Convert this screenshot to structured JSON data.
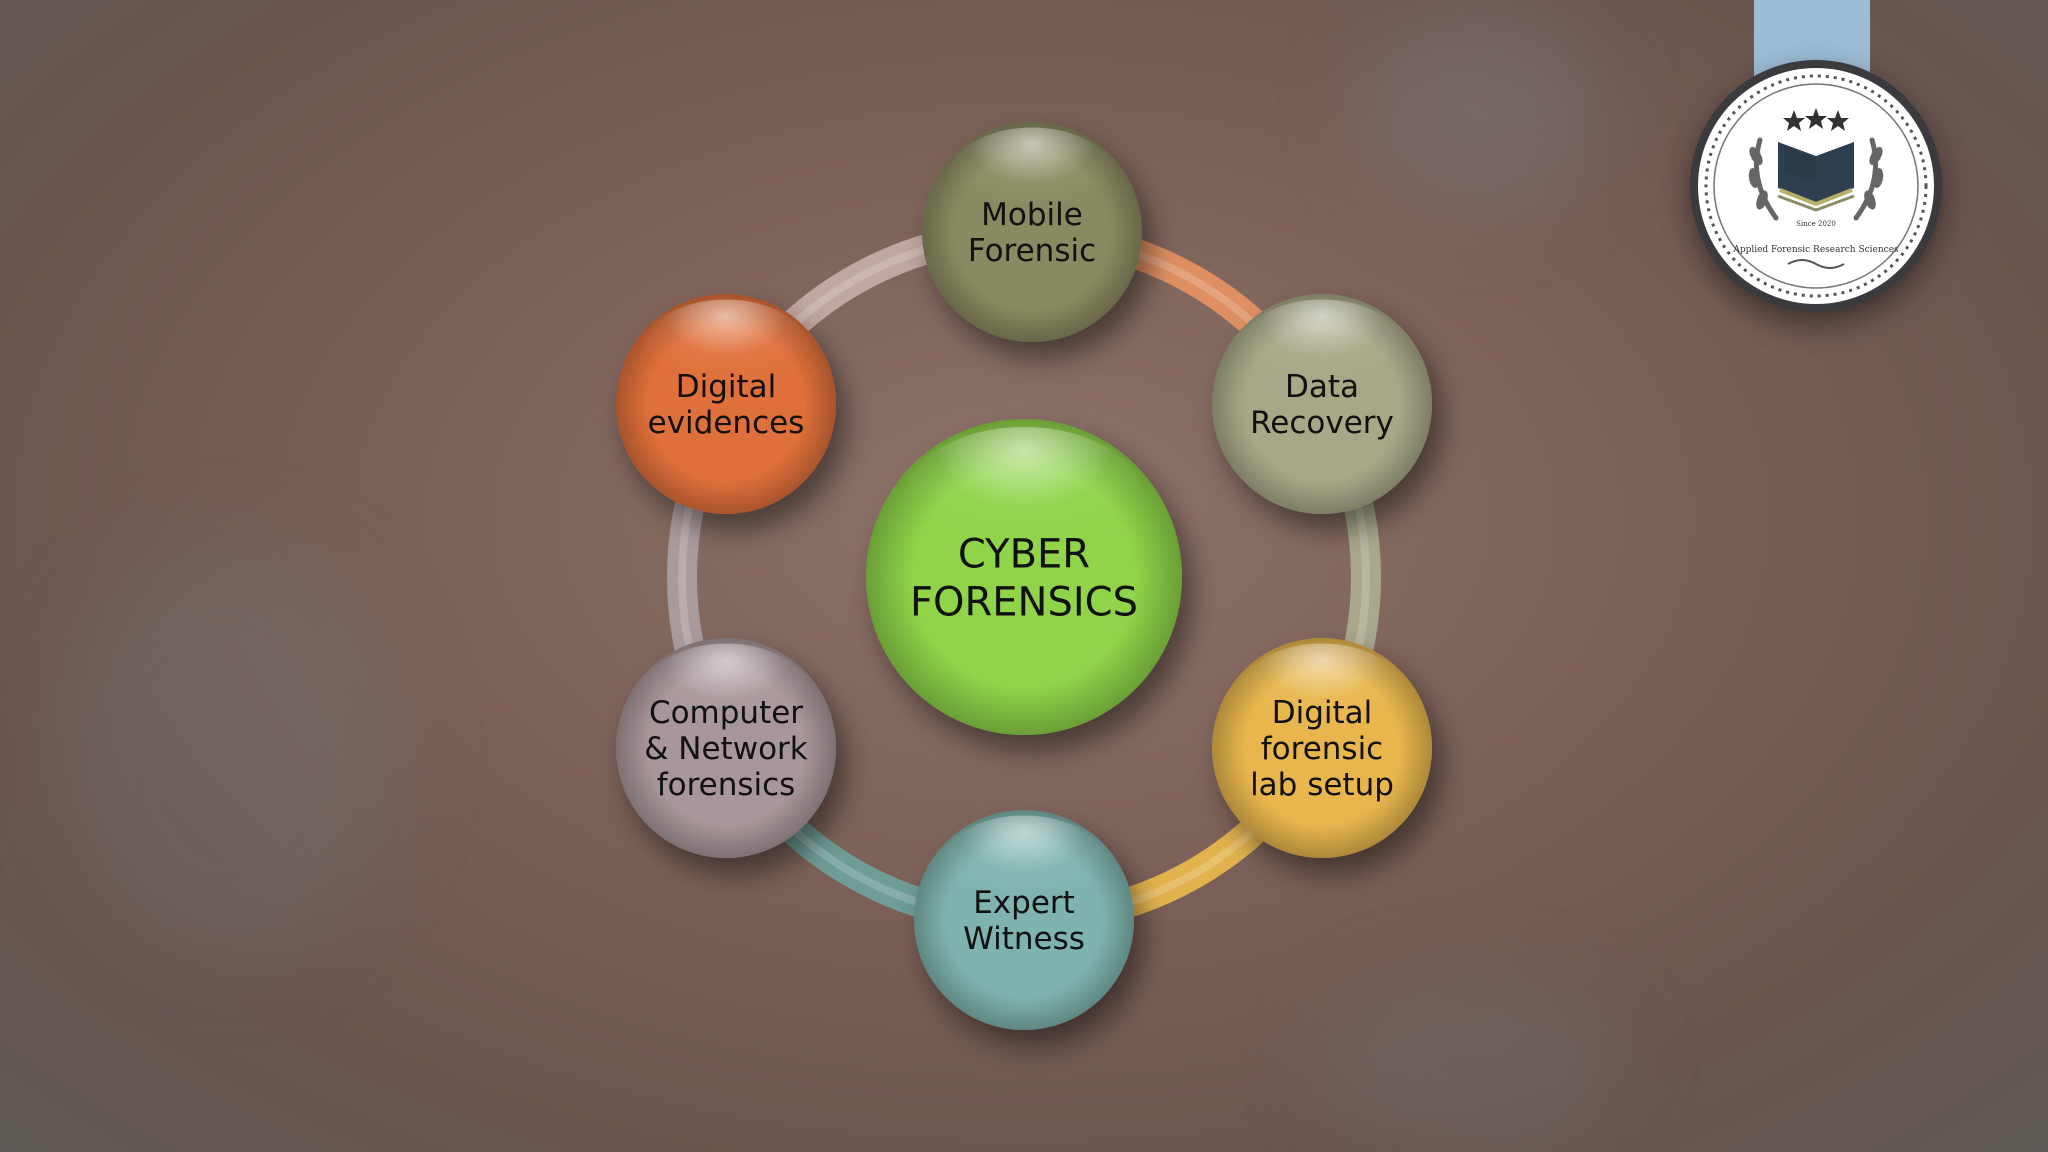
{
  "diagram": {
    "center": {
      "lines": [
        "CYBER",
        "FORENSICS"
      ],
      "color": "#8fd44a"
    },
    "nodes": [
      {
        "id": "mobile-forensic",
        "lines": [
          "Mobile",
          "Forensic"
        ],
        "color": "#8a8a62"
      },
      {
        "id": "data-recovery",
        "lines": [
          "Data",
          "Recovery"
        ],
        "color": "#a8a888"
      },
      {
        "id": "digital-forensic-lab-setup",
        "lines": [
          "Digital",
          "forensic",
          "lab setup"
        ],
        "color": "#e8b64e"
      },
      {
        "id": "expert-witness",
        "lines": [
          "Expert",
          "Witness"
        ],
        "color": "#7fb4ae"
      },
      {
        "id": "computer-network-forensics",
        "lines": [
          "Computer",
          "& Network",
          "forensics"
        ],
        "color": "#a8979a"
      },
      {
        "id": "digital-evidences",
        "lines": [
          "Digital",
          "evidences"
        ],
        "color": "#e0703a"
      }
    ],
    "ring_colors": [
      "#df8f62",
      "#a9a88c",
      "#e2b24e",
      "#6f9c96",
      "#a99a9c",
      "#c1a6a1"
    ]
  },
  "logo": {
    "text": "Applied Forensic Research Sciences",
    "since": "Since 2020"
  }
}
